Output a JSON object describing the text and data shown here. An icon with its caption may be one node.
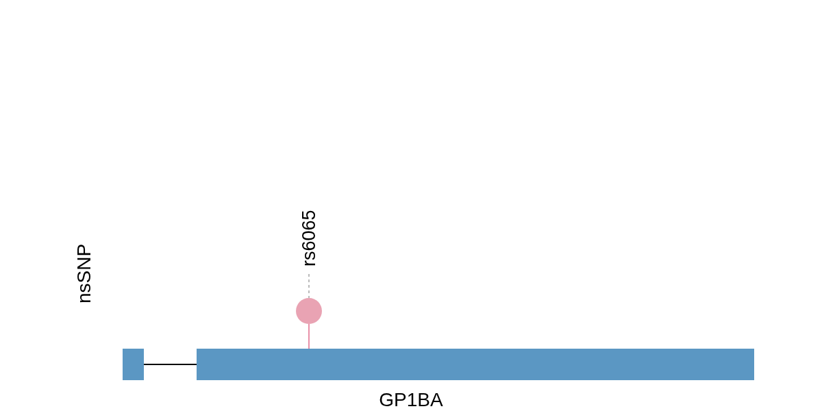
{
  "diagram": {
    "nodes": [
      {
        "text": [
          "rs6065"
        ]
      },
      {
        "text": [],
        "shape": "circle"
      },
      {
        "text": [],
        "shape": "bar"
      },
      {
        "text": [],
        "shape": "bar"
      }
    ],
    "edges": [
      {
        "from": 0,
        "to": 1,
        "arrow": "none",
        "style": "dashed",
        "color": "#bbbbbb"
      },
      {
        "from": 1,
        "to": 3,
        "arrow": "none",
        "color": "#e890a8"
      },
      {
        "from": 2,
        "to": 3,
        "arrow": "none",
        "color": "#000000"
      }
    ],
    "labels": [
      "nsSNP",
      "GP1BA"
    ]
  }
}
